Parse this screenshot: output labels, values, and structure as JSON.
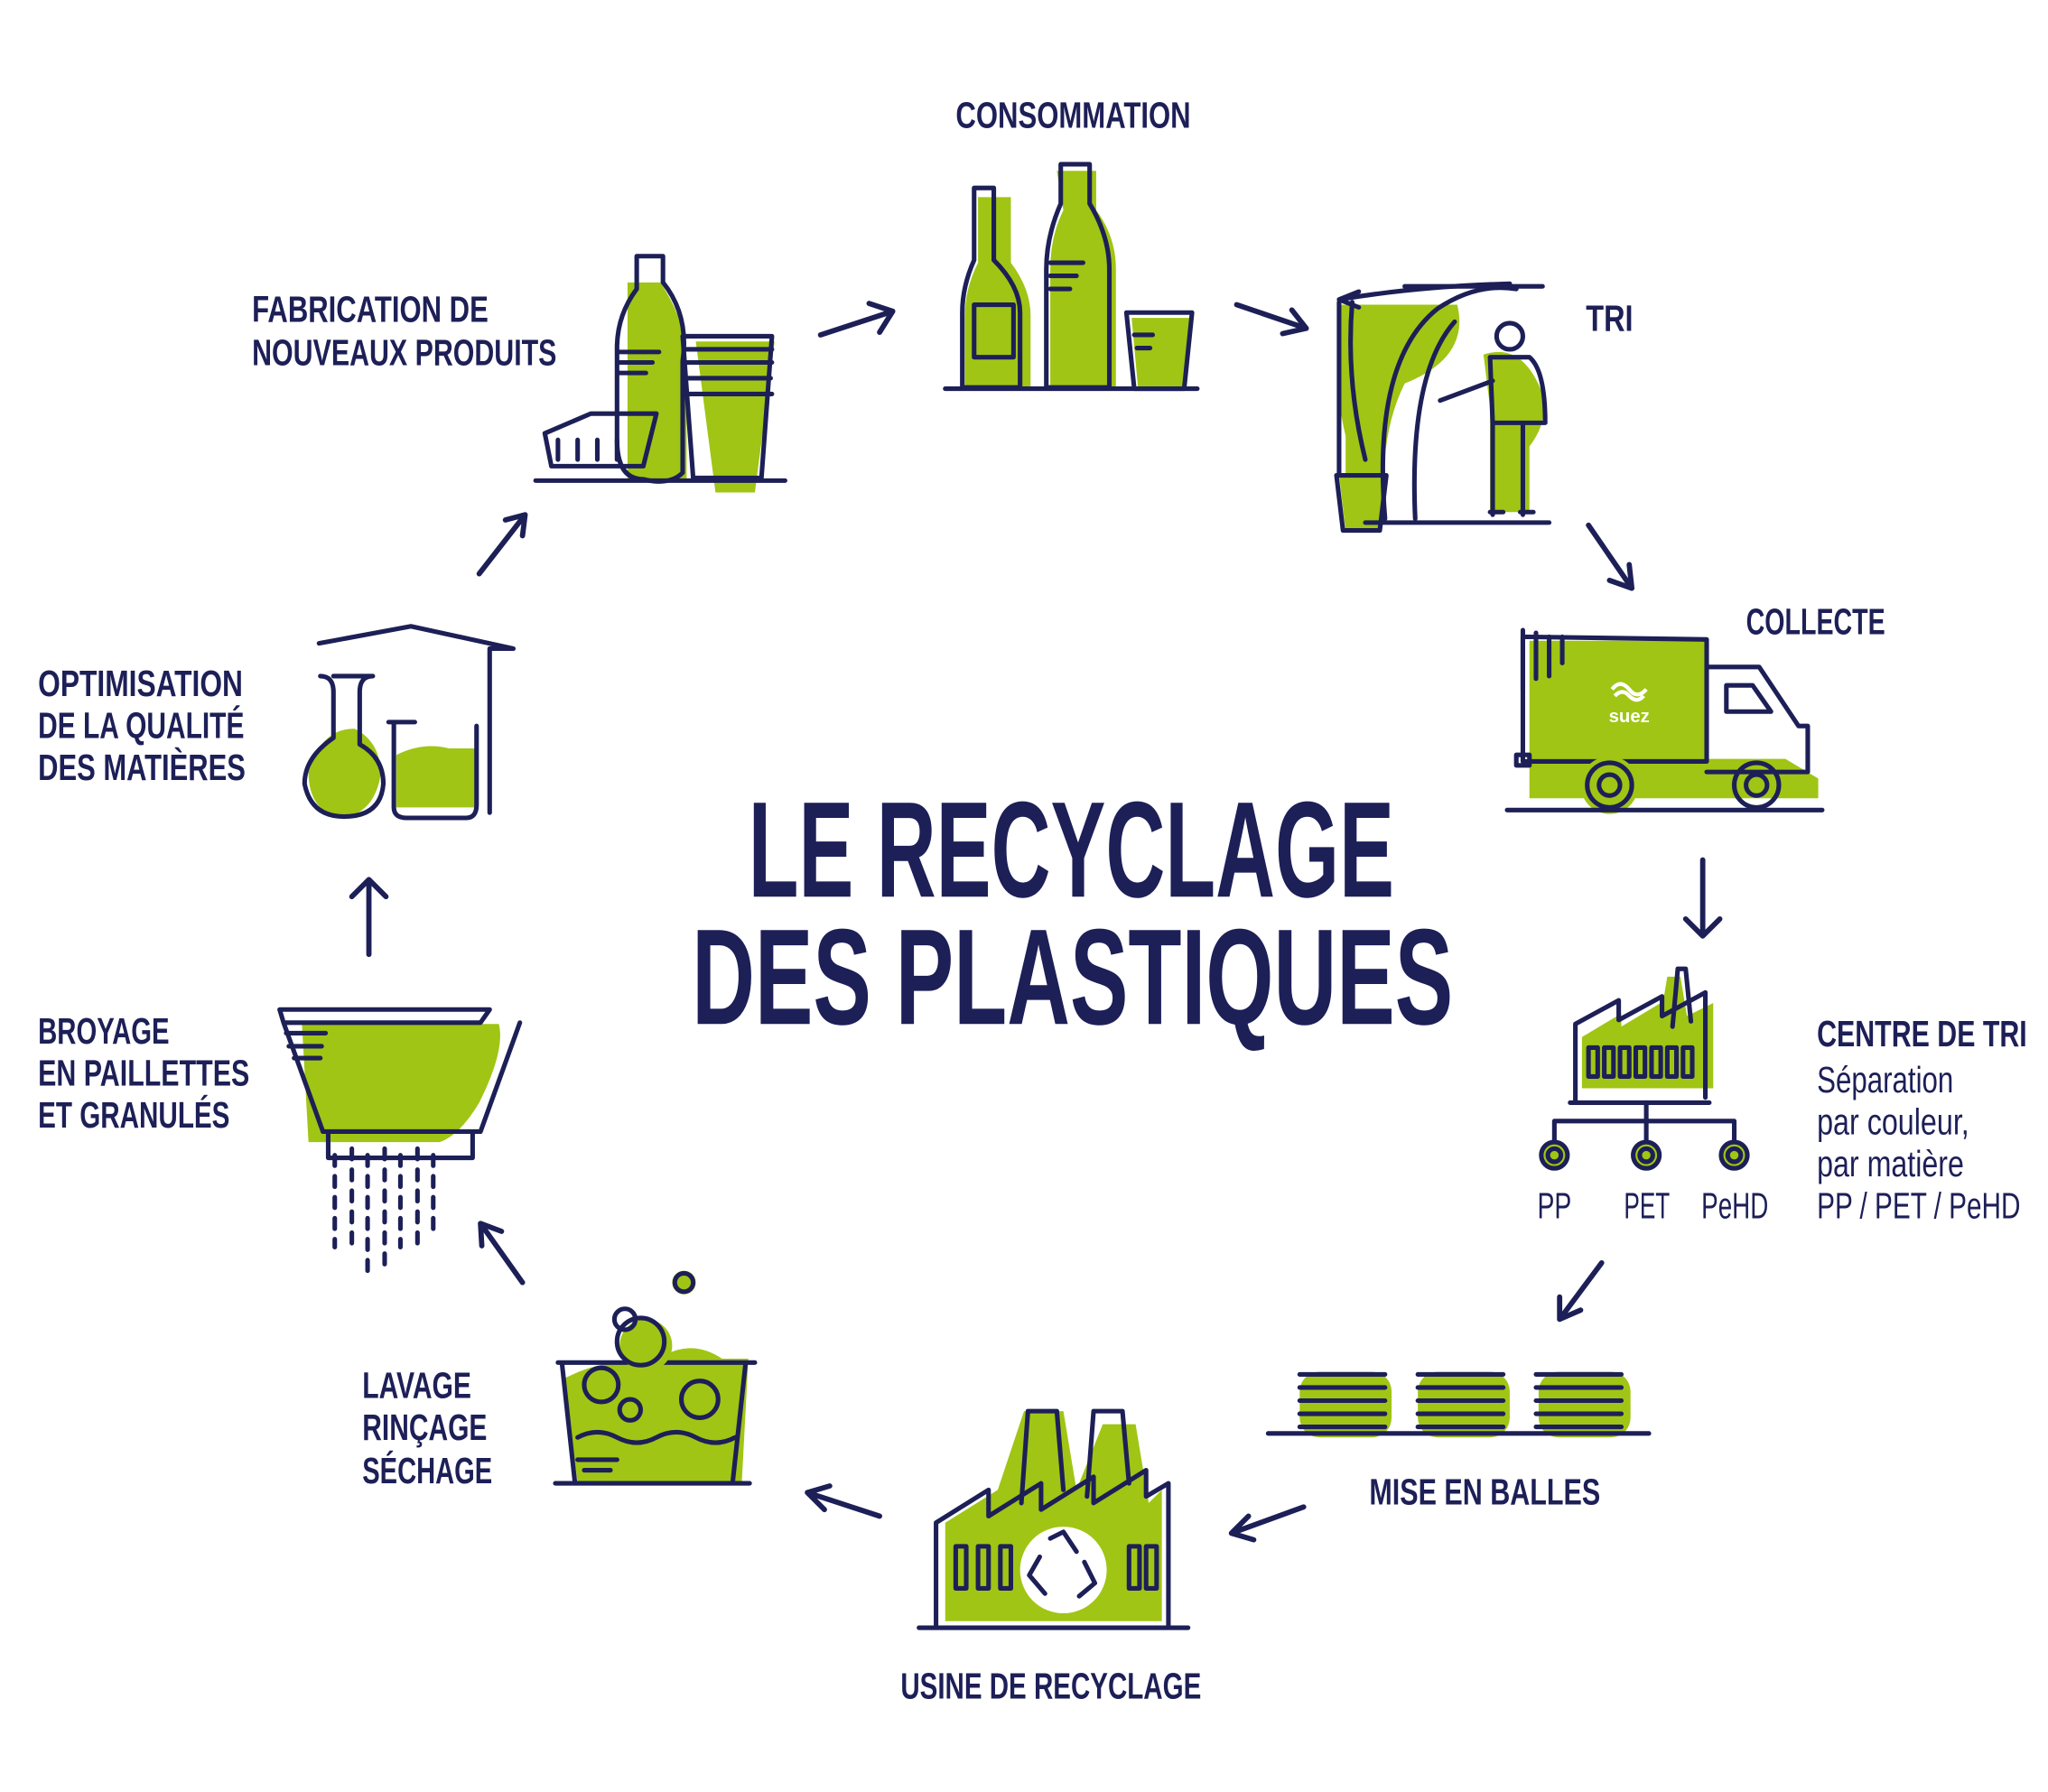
{
  "title": {
    "line1": "LE RECYCLAGE",
    "line2": "DES PLASTIQUES"
  },
  "colors": {
    "navy": "#1d1f57",
    "green": "#a0c514"
  },
  "steps": {
    "consommation": "CONSOMMATION",
    "tri": "TRI",
    "collecte": "COLLECTE",
    "centre_de_tri": {
      "title": "CENTRE DE TRI",
      "lines": [
        "Séparation",
        "par couleur,",
        "par matière",
        "PP / PET / PeHD"
      ],
      "outputs": [
        "PP",
        "PET",
        "PeHD"
      ]
    },
    "mise_en_balles": "MISE EN BALLES",
    "usine": "USINE DE RECYCLAGE",
    "lavage": [
      "LAVAGE",
      "RINÇAGE",
      "SÉCHAGE"
    ],
    "broyage": [
      "BROYAGE",
      "EN PAILLETTES",
      "ET GRANULÉS"
    ],
    "optimisation": [
      "OPTIMISATION",
      "DE LA QUALITÉ",
      "DES MATIÈRES"
    ],
    "fabrication": [
      "FABRICATION DE",
      "NOUVEAUX PRODUITS"
    ]
  },
  "truck_logo": "suez",
  "icons": [
    "bottles-icon",
    "sorting-worker-icon",
    "truck-icon",
    "factory-sorting-icon",
    "bales-icon",
    "recycling-factory-icon",
    "washing-tub-icon",
    "grinder-icon",
    "lab-flasks-icon",
    "new-products-icon",
    "arrow-icon"
  ]
}
